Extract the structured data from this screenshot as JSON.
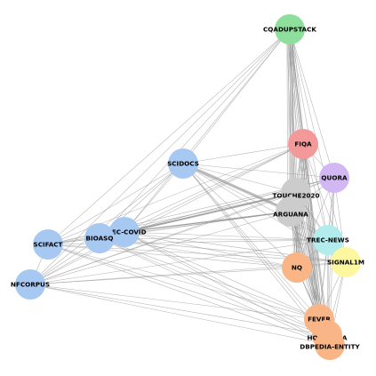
{
  "graph": {
    "nodes": [
      {
        "id": "cqadupstack",
        "label": "CQADUPSTACK",
        "color": "#8fdf9c"
      },
      {
        "id": "fiqa",
        "label": "FIQA",
        "color": "#f3999a"
      },
      {
        "id": "scidocs",
        "label": "SCIDOCS",
        "color": "#a6c8f1"
      },
      {
        "id": "quora",
        "label": "QUORA",
        "color": "#d2b8f2"
      },
      {
        "id": "touche2020",
        "label": "TOUCHE2020",
        "color": "#cccccc"
      },
      {
        "id": "arguana",
        "label": "ARGUANA",
        "color": "#cccccc"
      },
      {
        "id": "trec-covid",
        "label": "TREC-COVID",
        "color": "#a6c8f1"
      },
      {
        "id": "bioasq",
        "label": "BIOASQ",
        "color": "#a6c8f1"
      },
      {
        "id": "scifact",
        "label": "SCIFACT",
        "color": "#a6c8f1"
      },
      {
        "id": "trec-news",
        "label": "TREC-NEWS",
        "color": "#b3ecec"
      },
      {
        "id": "signal1m",
        "label": "SIGNAL1M",
        "color": "#fdf7a0"
      },
      {
        "id": "nq",
        "label": "NQ",
        "color": "#f9b586"
      },
      {
        "id": "nfcorpus",
        "label": "NFCORPUS",
        "color": "#a6c8f1"
      },
      {
        "id": "fever",
        "label": "FEVER",
        "color": "#f9b586"
      },
      {
        "id": "hotpotqa",
        "label": "HOTPOTQA",
        "color": "#f9b586"
      },
      {
        "id": "dbpedia-entity",
        "label": "DBPEDIA-ENTITY",
        "color": "#f9b586"
      }
    ]
  }
}
